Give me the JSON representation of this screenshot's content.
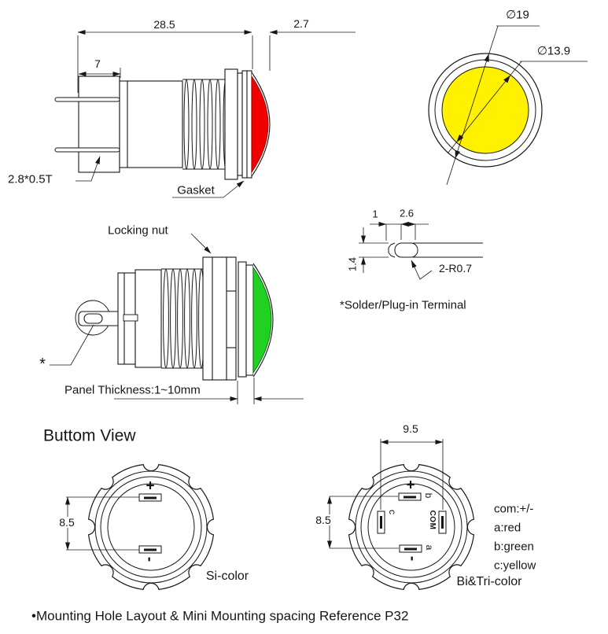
{
  "colors": {
    "red": "#f20000",
    "green": "#21d121",
    "yellow": "#fff100"
  },
  "side_view_top": {
    "dim_overall_length": "28.5",
    "dim_lens_protrusion": "2.7",
    "dim_terminal_length": "7",
    "terminal_spec_label": "2.8*0.5T",
    "gasket_label": "Gasket"
  },
  "front_view": {
    "dim_outer_diameter": "∅19",
    "dim_lens_diameter": "∅13.9"
  },
  "terminal_detail": {
    "dim_tab": "1",
    "dim_width": "2.6",
    "dim_thickness": "1.4",
    "dim_corner_radius": "2-R0.7",
    "caption": "*Solder/Plug-in Terminal"
  },
  "side_view_bottom": {
    "locking_nut_label": "Locking nut",
    "asterisk_marker": "*",
    "panel_thickness_label": "Panel Thickness:1~10mm"
  },
  "bottom_view": {
    "title": "Buttom View",
    "si_color": {
      "dim_terminal_pitch": "8.5",
      "plus": "+",
      "minus": "-",
      "label": "Si-color"
    },
    "bi_tri_color": {
      "dim_horizontal_pitch": "9.5",
      "dim_vertical_pitch": "8.5",
      "plus": "+",
      "minus": "-",
      "terminal_a": "a",
      "terminal_b": "b",
      "terminal_c": "c",
      "terminal_com": "COM",
      "label": "Bi&Tri-color",
      "legend": [
        "com:+/-",
        "a:red",
        "b:green",
        "c:yellow"
      ]
    }
  },
  "footer": {
    "note": "•Mounting Hole Layout & Mini Mounting spacing Reference P32"
  }
}
